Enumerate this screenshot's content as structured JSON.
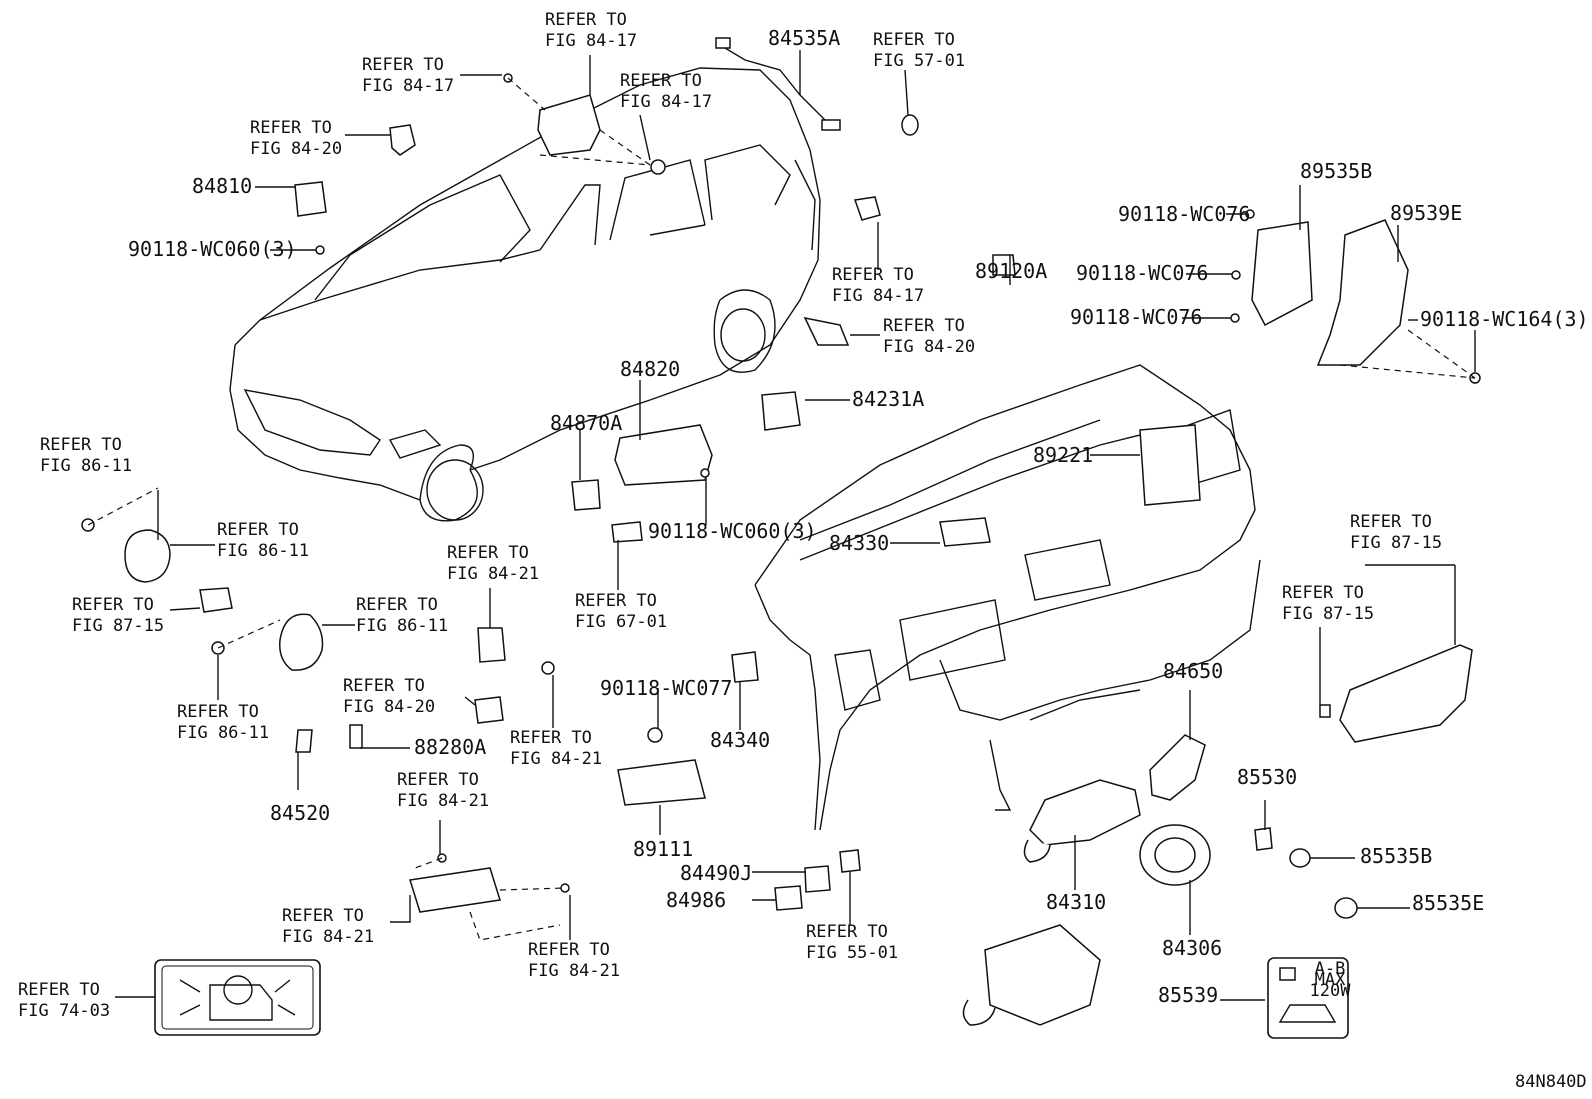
{
  "diagram_code": "84N840D",
  "labels": [
    {
      "id": "a1",
      "lines": [
        "REFER TO",
        "FIG 84-17"
      ]
    },
    {
      "id": "a2",
      "lines": [
        "REFER TO",
        "FIG 84-17"
      ]
    },
    {
      "id": "a3",
      "lines": [
        "REFER TO",
        "FIG 84-17"
      ]
    },
    {
      "id": "a4",
      "lines": [
        "REFER TO",
        "FIG 84-20"
      ]
    },
    {
      "id": "p84810",
      "lines": [
        "84810"
      ]
    },
    {
      "id": "b90118a",
      "lines": [
        "90118-WC060(3)"
      ]
    },
    {
      "id": "p84535A",
      "lines": [
        "84535A"
      ]
    },
    {
      "id": "a5",
      "lines": [
        "REFER TO",
        "FIG 57-01"
      ]
    },
    {
      "id": "a6",
      "lines": [
        "REFER TO",
        "FIG 84-17"
      ]
    },
    {
      "id": "p89120A",
      "lines": [
        "89120A"
      ]
    },
    {
      "id": "a7",
      "lines": [
        "REFER TO",
        "FIG 84-20"
      ]
    },
    {
      "id": "p89535B",
      "lines": [
        "89535B"
      ]
    },
    {
      "id": "p89539E",
      "lines": [
        "89539E"
      ]
    },
    {
      "id": "b90118b",
      "lines": [
        "90118-WC076"
      ]
    },
    {
      "id": "b90118c",
      "lines": [
        "90118-WC076"
      ]
    },
    {
      "id": "b90118d",
      "lines": [
        "90118-WC076"
      ]
    },
    {
      "id": "b90118e",
      "lines": [
        "90118-WC164(3)"
      ]
    },
    {
      "id": "p84820",
      "lines": [
        "84820"
      ]
    },
    {
      "id": "p84870A",
      "lines": [
        "84870A"
      ]
    },
    {
      "id": "p84231A",
      "lines": [
        "84231A"
      ]
    },
    {
      "id": "p89221",
      "lines": [
        "89221"
      ]
    },
    {
      "id": "a8",
      "lines": [
        "REFER TO",
        "FIG 86-11"
      ]
    },
    {
      "id": "a9",
      "lines": [
        "REFER TO",
        "FIG 86-11"
      ]
    },
    {
      "id": "b90118f",
      "lines": [
        "90118-WC060(3)"
      ]
    },
    {
      "id": "p84330",
      "lines": [
        "84330"
      ]
    },
    {
      "id": "a10",
      "lines": [
        "REFER TO",
        "FIG 84-21"
      ]
    },
    {
      "id": "a11",
      "lines": [
        "REFER TO",
        "FIG 87-15"
      ]
    },
    {
      "id": "a12",
      "lines": [
        "REFER TO",
        "FIG 86-11"
      ]
    },
    {
      "id": "a13",
      "lines": [
        "REFER TO",
        "FIG 67-01"
      ]
    },
    {
      "id": "a14",
      "lines": [
        "REFER TO",
        "FIG 87-15"
      ]
    },
    {
      "id": "a15",
      "lines": [
        "REFER TO",
        "FIG 87-15"
      ]
    },
    {
      "id": "a16",
      "lines": [
        "REFER TO",
        "FIG 84-20"
      ]
    },
    {
      "id": "b90118g",
      "lines": [
        "90118-WC077"
      ]
    },
    {
      "id": "p84650",
      "lines": [
        "84650"
      ]
    },
    {
      "id": "a17",
      "lines": [
        "REFER TO",
        "FIG 86-11"
      ]
    },
    {
      "id": "p88280A",
      "lines": [
        "88280A"
      ]
    },
    {
      "id": "a18",
      "lines": [
        "REFER TO",
        "FIG 84-21"
      ]
    },
    {
      "id": "p84340",
      "lines": [
        "84340"
      ]
    },
    {
      "id": "p85530",
      "lines": [
        "85530"
      ]
    },
    {
      "id": "a19",
      "lines": [
        "REFER TO",
        "FIG 84-21"
      ]
    },
    {
      "id": "p84520",
      "lines": [
        "84520"
      ]
    },
    {
      "id": "p89111",
      "lines": [
        "89111"
      ]
    },
    {
      "id": "p84490J",
      "lines": [
        "84490J"
      ]
    },
    {
      "id": "p84310",
      "lines": [
        "84310"
      ]
    },
    {
      "id": "p85535B",
      "lines": [
        "85535B"
      ]
    },
    {
      "id": "p84986",
      "lines": [
        "84986"
      ]
    },
    {
      "id": "a20",
      "lines": [
        "REFER TO",
        "FIG 84-21"
      ]
    },
    {
      "id": "a21",
      "lines": [
        "REFER TO",
        "FIG 55-01"
      ]
    },
    {
      "id": "p85535E",
      "lines": [
        "85535E"
      ]
    },
    {
      "id": "a22",
      "lines": [
        "REFER TO",
        "FIG 84-21"
      ]
    },
    {
      "id": "p84306",
      "lines": [
        "84306"
      ]
    },
    {
      "id": "a23",
      "lines": [
        "REFER TO",
        "FIG 74-03"
      ]
    },
    {
      "id": "p85539",
      "lines": [
        "85539"
      ]
    }
  ],
  "airbag_label_text": [
    "A-B",
    "MAX",
    "120W"
  ]
}
